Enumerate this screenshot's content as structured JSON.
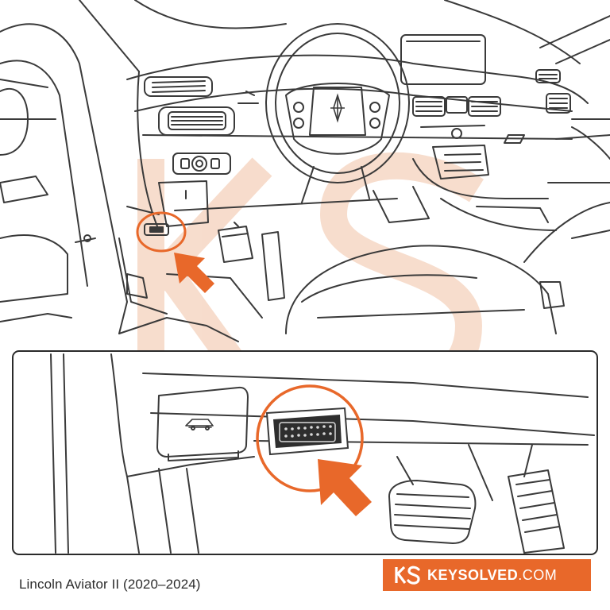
{
  "caption": "Lincoln Aviator II (2020–2024)",
  "brand": {
    "name_bold": "KEYSOLVED",
    "name_light": ".COM",
    "logo_letters": "KS"
  },
  "colors": {
    "accent": "#e8682a",
    "line": "#3a3a3a",
    "watermark": "#f6d7c4"
  },
  "icons": {
    "arrow": "pointer-arrow-icon",
    "port": "obd-port-icon",
    "car": "car-silhouette-icon",
    "logo": "lincoln-star-icon"
  }
}
